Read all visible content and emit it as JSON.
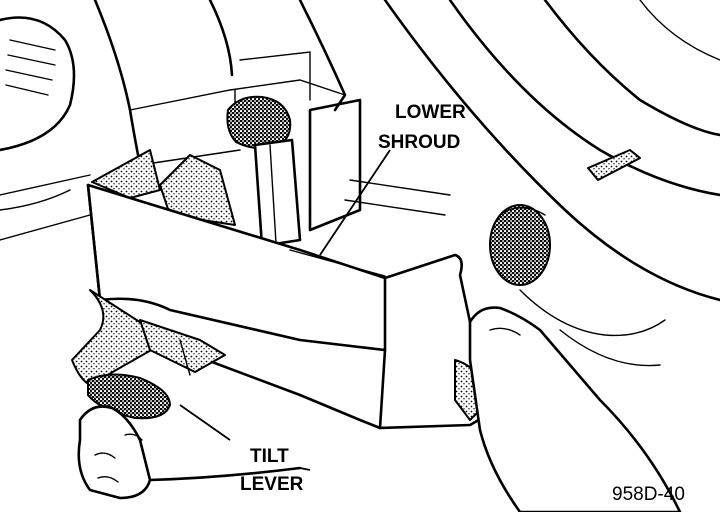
{
  "labels": {
    "lower_shroud_line1": "LOWER",
    "lower_shroud_line2": "SHROUD",
    "tilt_lever_line1": "TILT",
    "tilt_lever_line2": "LEVER"
  },
  "figure_id": "958D-40"
}
